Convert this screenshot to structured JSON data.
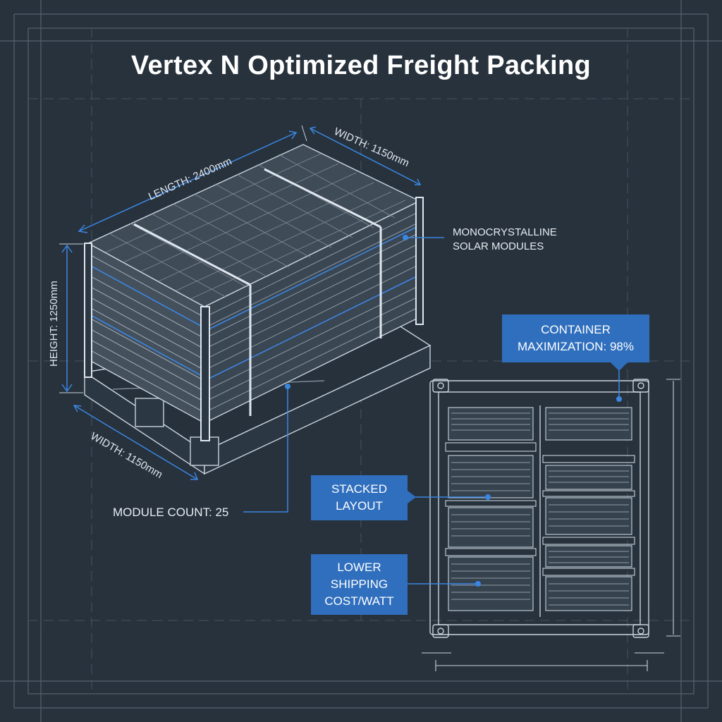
{
  "title": "Vertex N Optimized Freight Packing",
  "dimensions": {
    "length": "LENGTH: 2400mm",
    "width_top": "WIDTH: 1150mm",
    "height": "HEIGHT: 1250mm",
    "width_bottom": "WIDTH: 1150mm"
  },
  "labels": {
    "modules_line1": "MONOCRYSTALLINE",
    "modules_line2": "SOLAR MODULES",
    "module_count": "MODULE COUNT: 25"
  },
  "callouts": {
    "container_line1": "CONTAINER",
    "container_line2": "MAXIMIZATION: 98%",
    "stacked_line1": "STACKED",
    "stacked_line2": "LAYOUT",
    "lower_line1": "LOWER",
    "lower_line2": "SHIPPING",
    "lower_line3": "COST/WATT"
  },
  "colors": {
    "background": "#27323d",
    "line": "#c9d3dd",
    "accent": "#2f6fbd",
    "accent_line": "#3b86e0"
  }
}
